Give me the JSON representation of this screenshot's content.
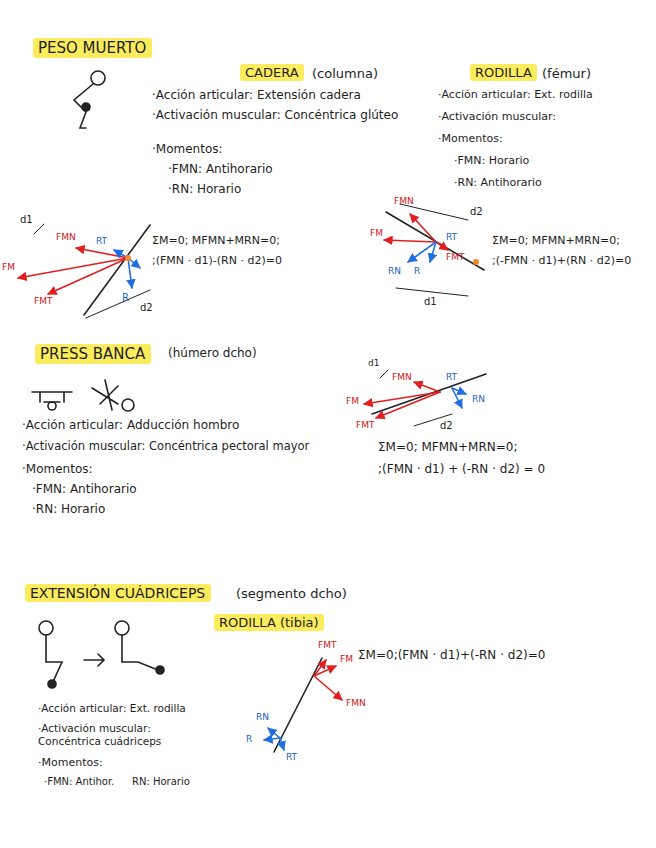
{
  "diagram": {
    "nodes": [
      {
        "text": [
          "PESO MUERTO"
        ]
      },
      {
        "text": [
          "CADERA"
        ]
      },
      {
        "text": [
          "RODILLA"
        ]
      },
      {
        "text": [
          "PRESS BANCA"
        ]
      },
      {
        "text": [
          "EXTENSIÓN CUÁDRICEPS"
        ]
      },
      {
        "text": [
          "RODILLA (tibia)"
        ]
      }
    ],
    "labels": [
      "(columna)",
      "(fémur)",
      "·Acción articular: Extensión cadera",
      "·Activación muscular: Concéntrica glúteo",
      "·Momentos:",
      "·FMN: Antihorario",
      "·RN: Horario",
      "·Acción articular: Ext. rodilla",
      "·Activación muscular:",
      "·Momentos:",
      "·FMN: Horario",
      "·RN: Antihorario",
      "d1",
      "FMN",
      "RT",
      "FM",
      "FMT",
      "R",
      "d2",
      "ΣM=0; MFMN+MRN=0;",
      ";(FMN · d1)-(RN · d2)=0",
      "FMN",
      "d2",
      "FM",
      "FMT",
      "RT",
      "RN",
      "R",
      "d1",
      "ΣM=0; MFMN+MRN=0;",
      ";(-FMN · d1)+(RN · d2)=0",
      "(húmero dcho)",
      "·Acción articular: Adducción hombro",
      "·Activación muscular: Concéntrica pectoral mayor",
      "·Momentos:",
      "·FMN: Antihorario",
      "·RN: Horario",
      "d1",
      "FMN",
      "RT",
      "FM",
      "RN",
      "FMT",
      "d2",
      "ΣM=0; MFMN+MRN=0;",
      ";(FMN · d1) + (-RN · d2) = 0",
      "(segmento dcho)",
      "·Acción articular: Ext. rodilla",
      "·Activación muscular: Concéntrica cuádriceps",
      "·Momentos:",
      "·FMN: Antihor.",
      "RN: Horario",
      "FMT",
      "FM",
      "FMN",
      "RN",
      "R",
      "RT",
      "ΣM=0;(FMN · d1)+(-RN · d2)=0"
    ]
  }
}
